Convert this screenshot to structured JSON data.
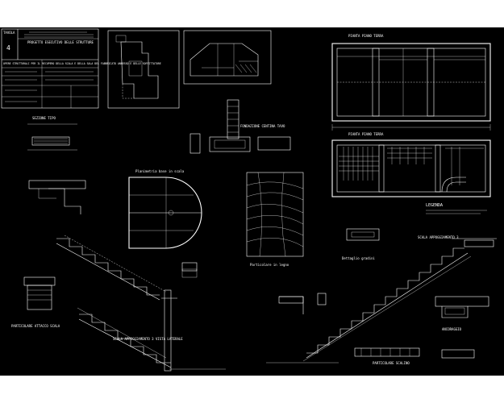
{
  "sheet": {
    "table_label": "TAVOLA",
    "table_number": "4",
    "project_title": "PROGETTO ESECUTIVO DELLE STRUTTURE",
    "description": "OPERE STRUTTURALI PER IL RECUPERO DELLA SCALA E DELLA SALA DEL FABBRICATO ANNESSO E DELLE SOFFITTATURE"
  },
  "labels": {
    "plan_top": "PIANTA PIANO TERRA",
    "plan_bottom": "PIANTA PIANO TERRA",
    "foundation": "FONDAZIONE CENTINA TAVO",
    "wood_detail": "Particolare in legno",
    "legend": "LEGENDA",
    "detail_attachment": "PARTICOLARE ATTACCO SCALA",
    "side_view": "SCALA APPOGGIAMENTO 3 VISTA LATERALE",
    "step_detail": "PARTICOLARE SCALINO",
    "stairs_right": "SCALA APPOGGIAMENTO 3",
    "detail_left": "Dettaglio gradini",
    "detail_top_left": "SEZIONE TIPO",
    "plan_round": "Planimetria base in scala",
    "anchor": "ANCORAGGIO"
  },
  "colors": {
    "background": "#000000",
    "lines": "#ffffff",
    "margin": "#ffffff"
  }
}
